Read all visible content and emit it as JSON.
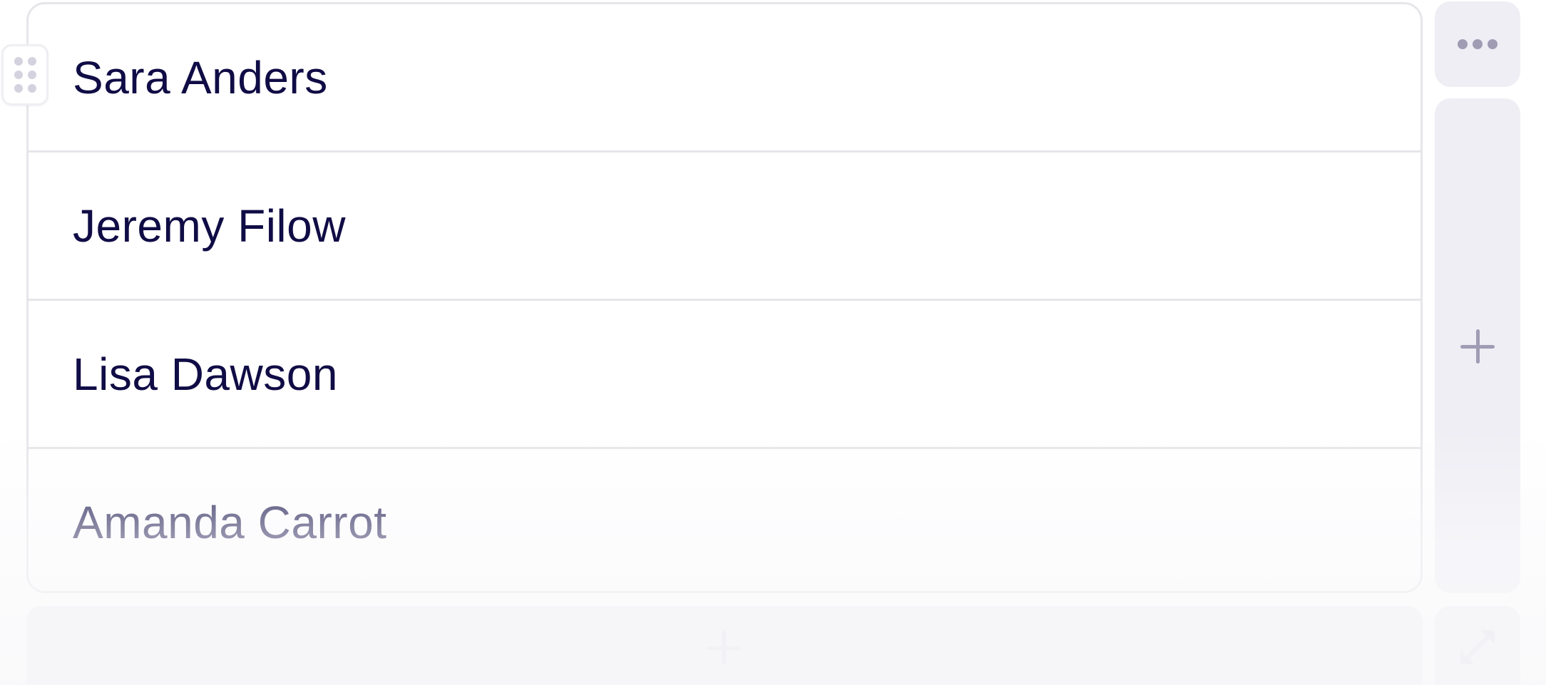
{
  "table": {
    "rows": [
      {
        "name": "Sara Anders"
      },
      {
        "name": "Jeremy Filow"
      },
      {
        "name": "Lisa Dawson"
      },
      {
        "name": "Amanda Carrot"
      }
    ]
  },
  "controls": {
    "drag_handle_icon": "grip-dots-icon",
    "menu_icon": "more-horizontal-icon",
    "add_column_icon": "plus-icon",
    "add_row_icon": "plus-icon",
    "resize_icon": "resize-diagonal-icon"
  },
  "colors": {
    "text": "#100c45",
    "border": "#e6e6ea",
    "control_bg": "#efeef4",
    "icon": "#9f9cb4"
  }
}
